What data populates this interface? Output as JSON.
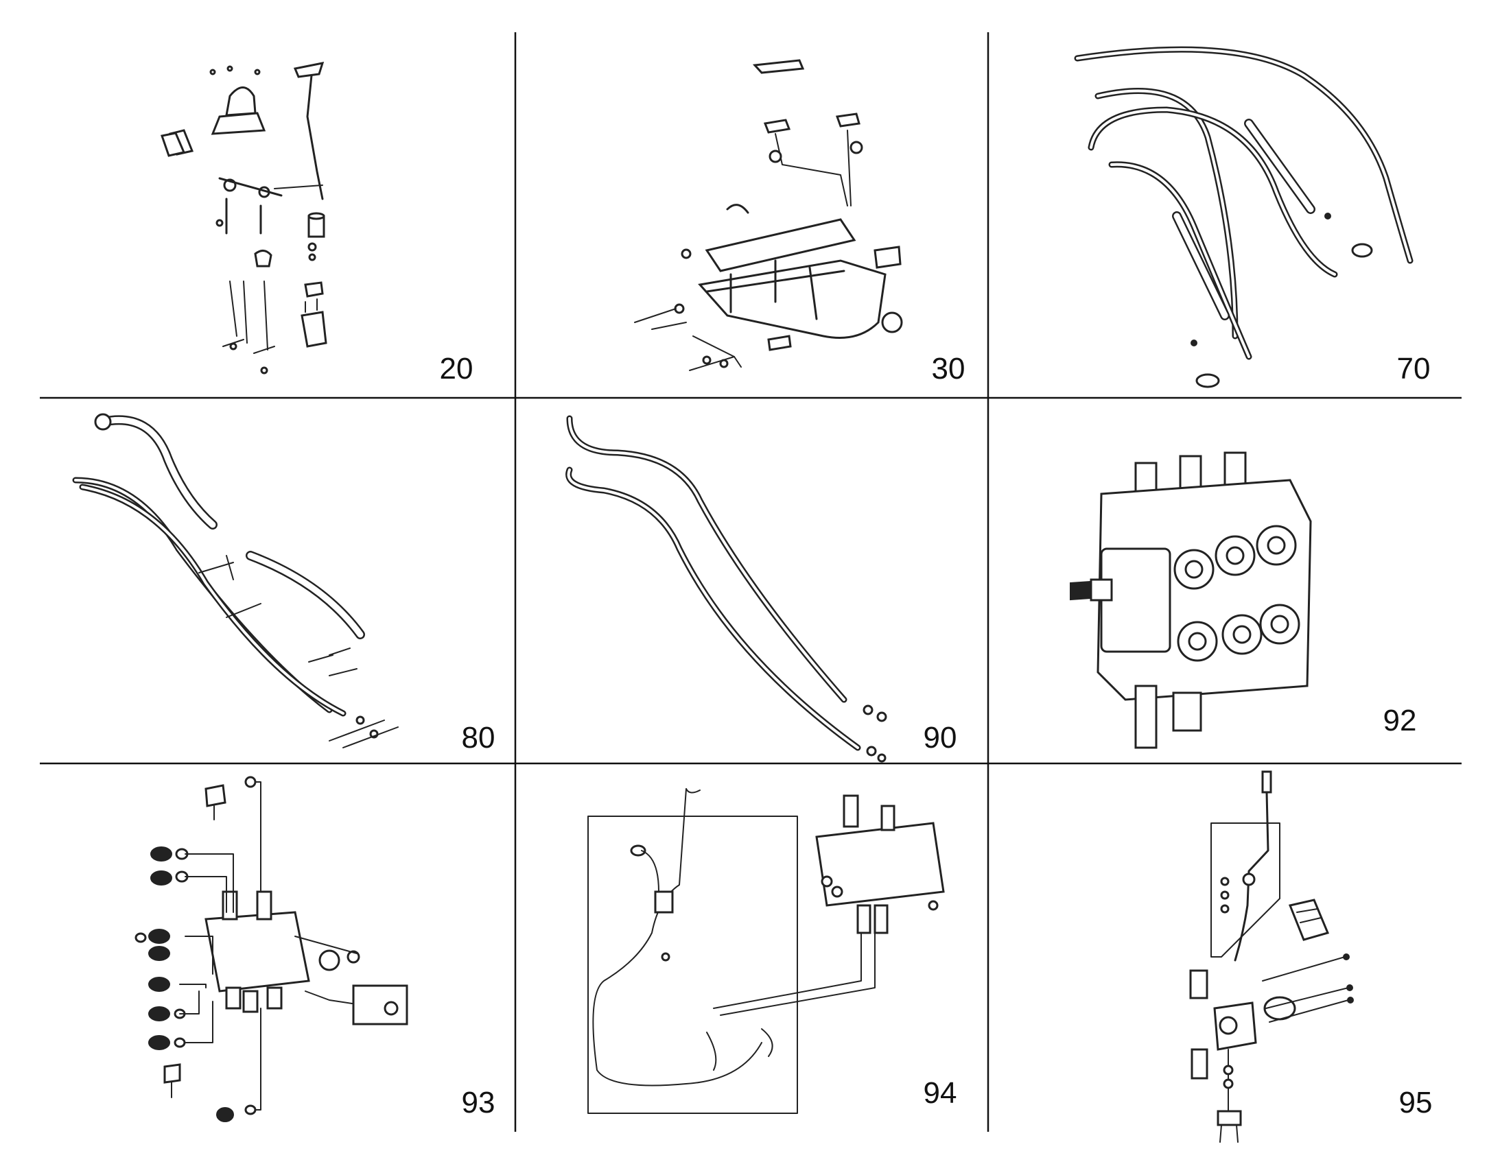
{
  "panels": [
    {
      "id": "p20",
      "label": "20"
    },
    {
      "id": "p30",
      "label": "30"
    },
    {
      "id": "p70",
      "label": "70"
    },
    {
      "id": "p80",
      "label": "80"
    },
    {
      "id": "p90",
      "label": "90"
    },
    {
      "id": "p92",
      "label": "92"
    },
    {
      "id": "p93",
      "label": "93"
    },
    {
      "id": "p94",
      "label": "94"
    },
    {
      "id": "p95",
      "label": "95"
    }
  ]
}
